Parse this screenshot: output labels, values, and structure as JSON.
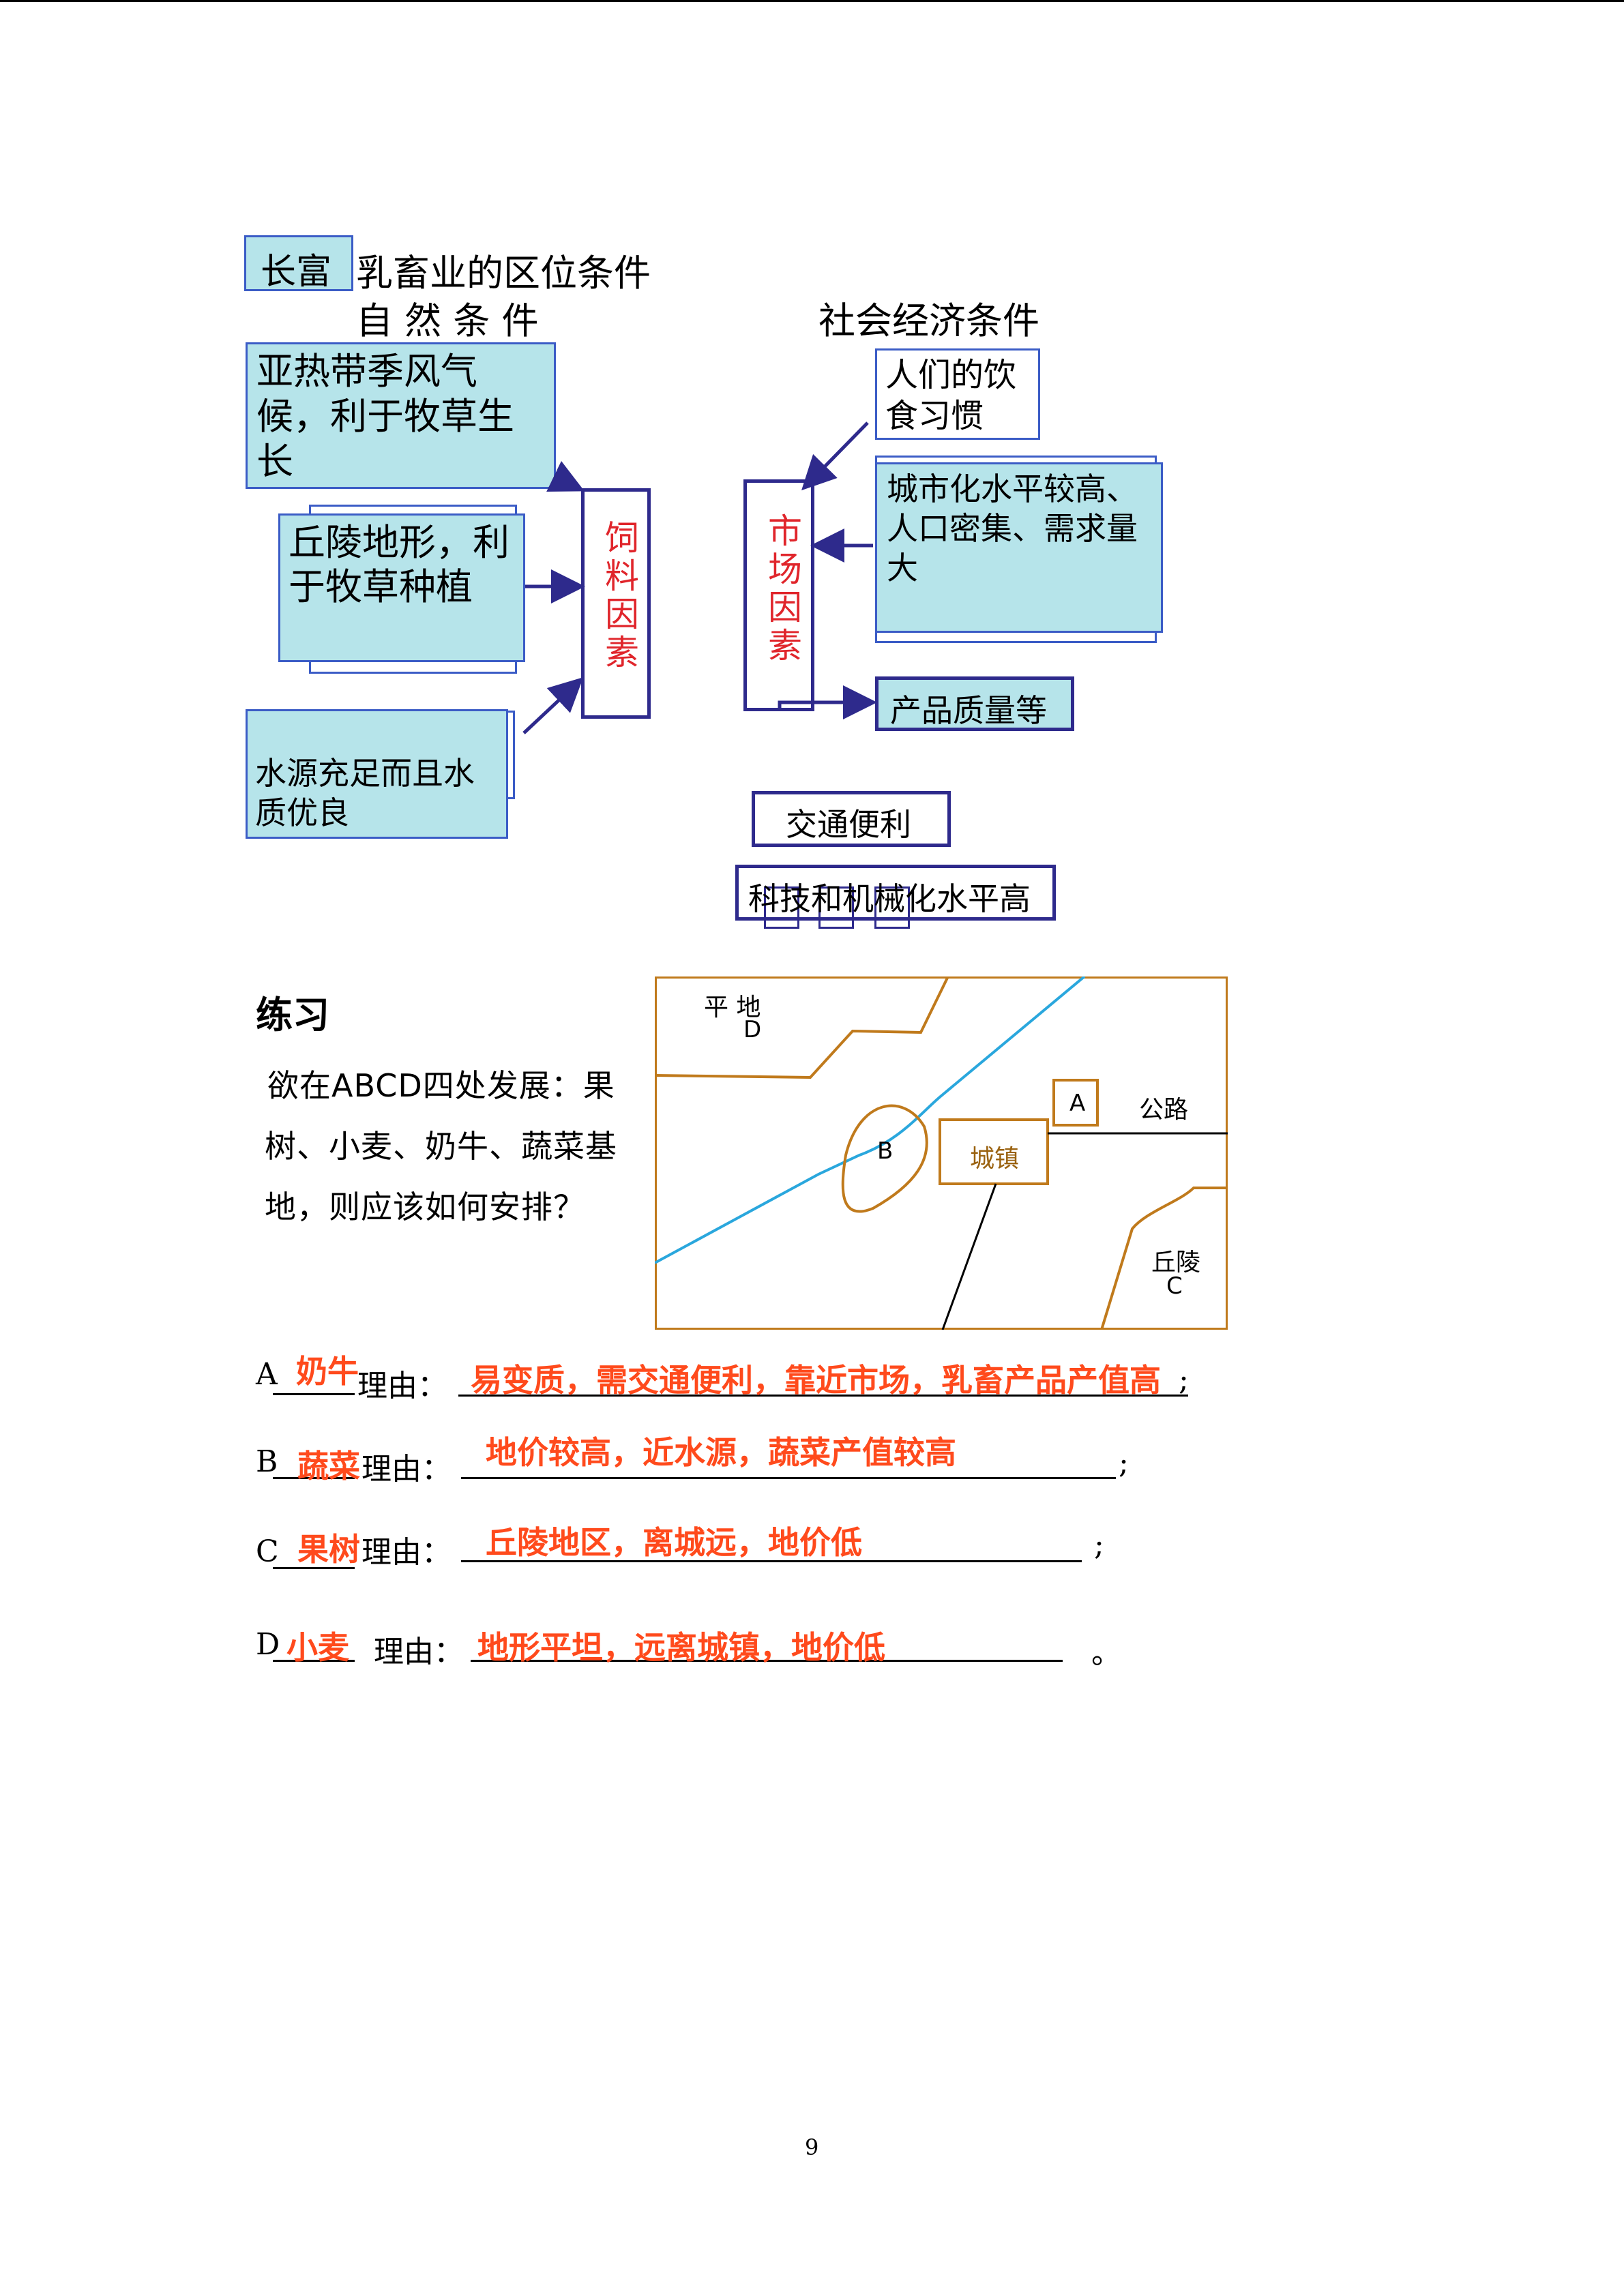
{
  "title": {
    "tag": "长富",
    "main": "乳畜业的区位条件",
    "natural": "自 然 条 件",
    "social": "社会经济条件"
  },
  "natural_boxes": [
    "亚热带季风气候，利于牧草生长",
    "丘陵地形，利于牧草种植",
    "水源充足而且水质优良"
  ],
  "feed_factor": "饲料因素",
  "market_factor": "市场因素",
  "social_boxes": [
    "人们的饮食习惯",
    "城市化水平较高、人口密集、需求量大",
    "产品质量等"
  ],
  "extra_factors": [
    "交通便利",
    "科技和机械化水平高"
  ],
  "exercise": {
    "heading": "练习",
    "question": "欲在ABCD四处发展：果树、小麦、奶牛、蔬菜基地，则应该如何安排？",
    "map": {
      "plain": "平  地",
      "D": "D",
      "A": "A",
      "road": "公路",
      "B": "B",
      "town": "城镇",
      "hill": "丘陵",
      "C": "C"
    }
  },
  "answers": [
    {
      "letter": "A",
      "crop": "奶牛",
      "label": "理由：",
      "reason": "易变质，需交通便利，靠近市场，乳畜产品产值高",
      "end": ";"
    },
    {
      "letter": "B",
      "crop": "蔬菜",
      "label": "理由：",
      "reason": "地价较高，近水源，蔬菜产值较高",
      "end": ";"
    },
    {
      "letter": "C",
      "crop": "果树",
      "label": "理由：",
      "reason": "丘陵地区，离城远，地价低",
      "end": ";"
    },
    {
      "letter": "D",
      "crop": "小麦",
      "label": "理由：",
      "reason": "地形平坦，远离城镇，地价低",
      "end": "。"
    }
  ],
  "page_number": "9"
}
